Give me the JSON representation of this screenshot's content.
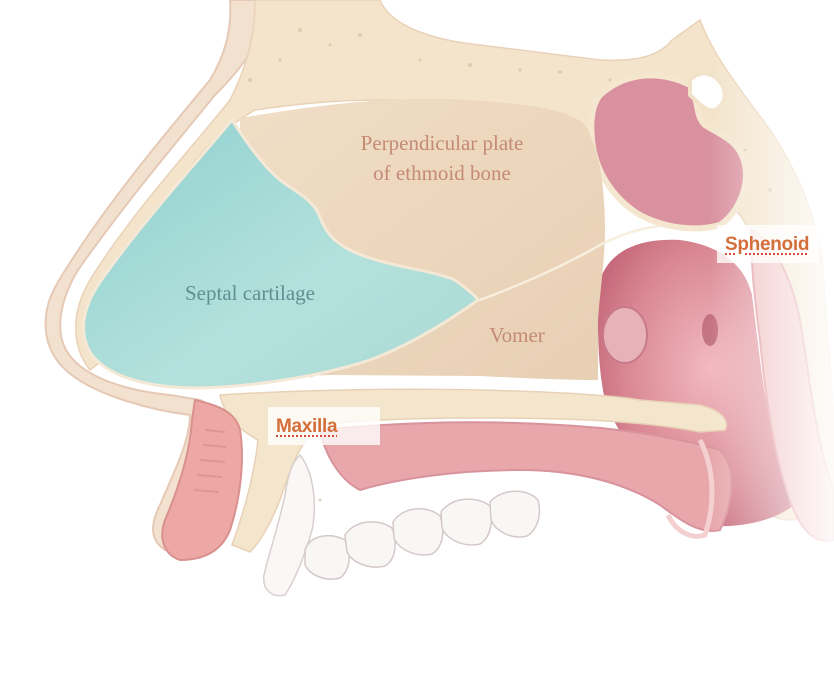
{
  "diagram": {
    "labels": {
      "perpendicular_plate_line1": "Perpendicular plate",
      "perpendicular_plate_line2": "of ethmoid bone",
      "septal_cartilage": "Septal cartilage",
      "vomer": "Vomer"
    },
    "edit_labels": {
      "sphenoid": "Sphenoid",
      "maxilla": "Maxilla"
    },
    "colors": {
      "bone": "#efdcc4",
      "bone_outline": "#f3e6cf",
      "soft_tissue": "#e9a9a9",
      "cartilage": "#a9dcd8",
      "deep_pink": "#c8687a",
      "label_text": "#c48a74",
      "label_text_teal": "#5f8f92",
      "edit_label_text": "#d46f3b"
    }
  }
}
